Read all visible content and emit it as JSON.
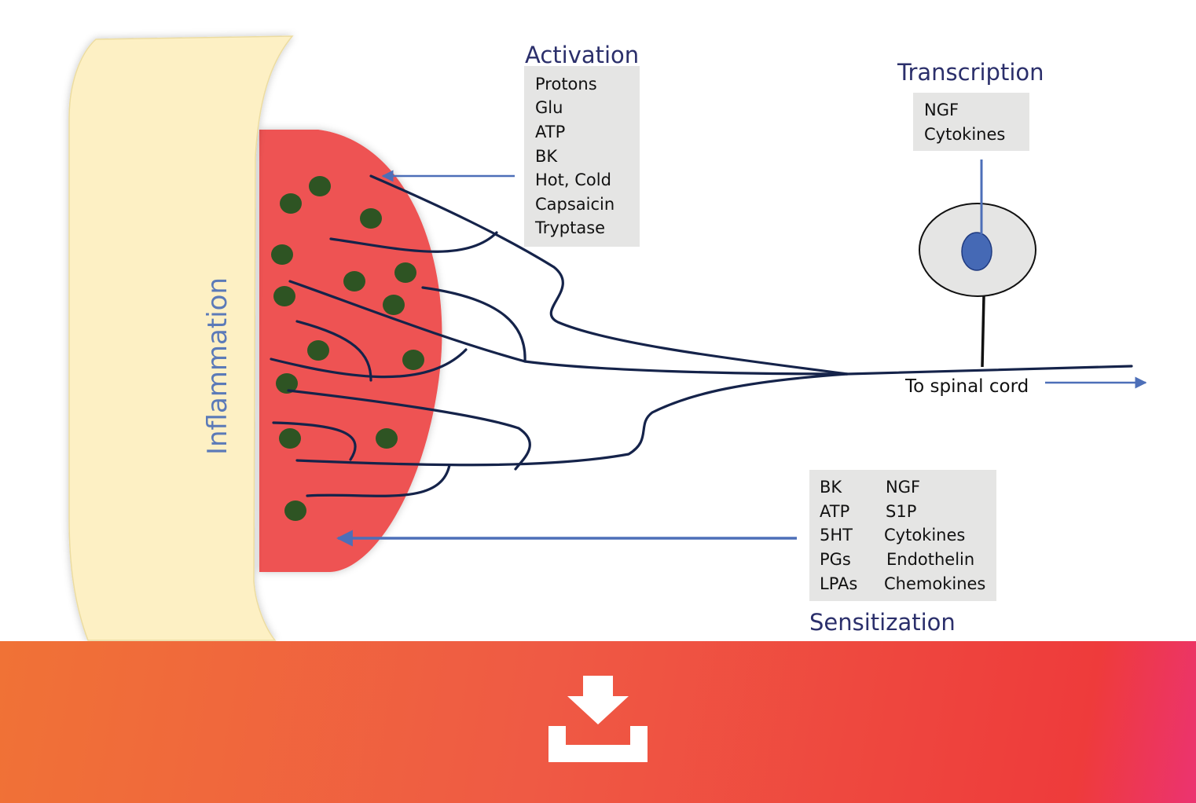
{
  "diagram": {
    "activation": {
      "title": "Activation",
      "items": [
        "Protons",
        "Glu",
        "ATP",
        "BK",
        "Hot, Cold",
        "Capsaicin",
        "Tryptase"
      ]
    },
    "transcription": {
      "title": "Transcription",
      "items": [
        "NGF",
        "Cytokines"
      ]
    },
    "sensitization": {
      "title": "Sensitization",
      "left_items": [
        "BK",
        "ATP",
        "5HT",
        "PGs",
        "LPAs"
      ],
      "right_items": [
        "NGF",
        "S1P",
        "Cytokines",
        "Endothelin",
        "Chemokines"
      ]
    },
    "tissue_label": "Inflammation",
    "spinal_label": "To spinal cord"
  },
  "download": {
    "icon": "download-icon"
  },
  "colors": {
    "tissue_fill": "#fdf0c4",
    "inflamed_fill": "#ee5253",
    "cell_fill": "#2e5423",
    "nerve_stroke": "#15234a",
    "arrow_blue": "#4d6fb8",
    "heading_text": "#2b2f6b",
    "vertical_label": "#5b7ab8",
    "box_fill": "#e5e5e4",
    "nucleus_fill": "#4569b5",
    "bar_start": "#f07236",
    "bar_end": "#ee3b3b"
  }
}
